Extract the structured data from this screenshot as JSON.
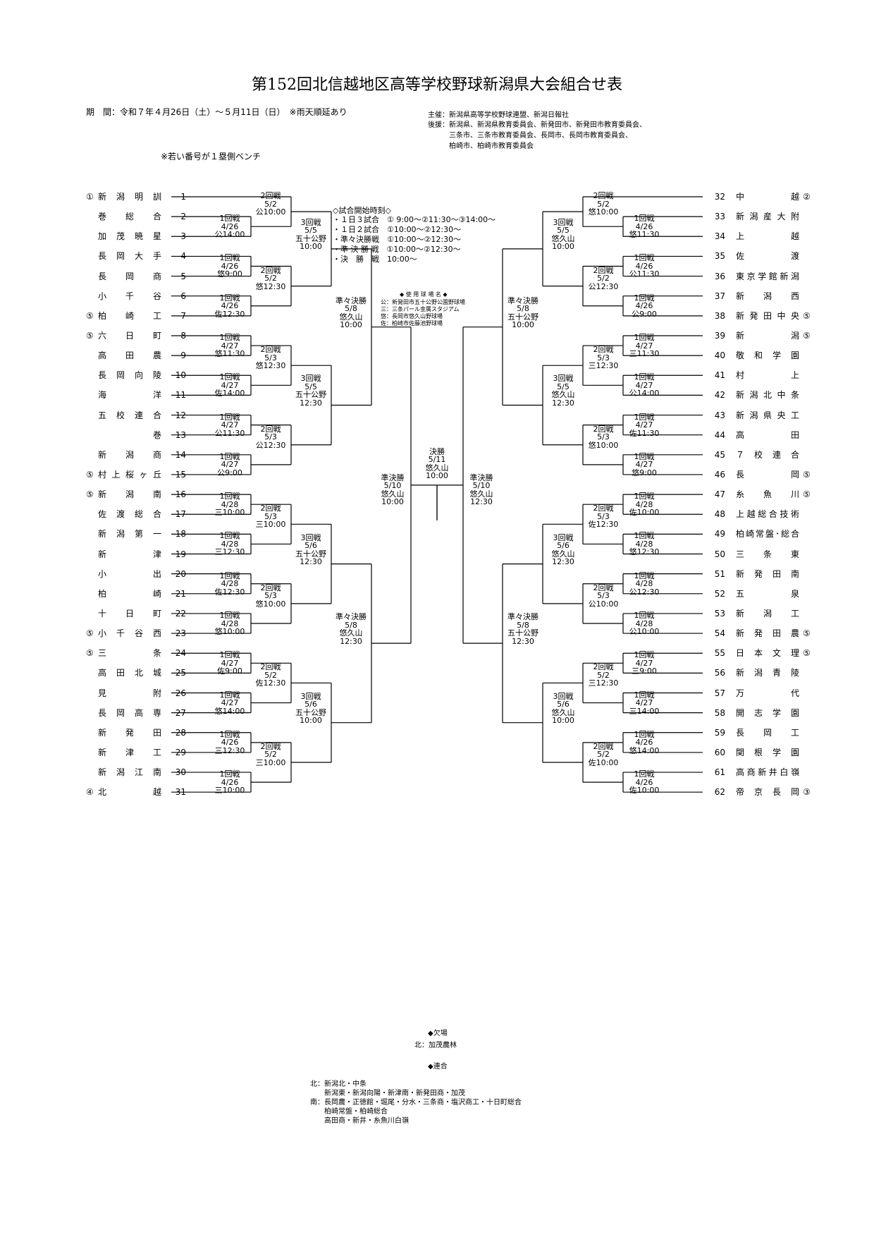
{
  "title": "第152回北信越地区高等学校野球新潟県大会組合せ表",
  "period": "期　間：令和７年４月26日（土）～５月11日（日）　※雨天順延あり",
  "organizers": [
    "主催：新潟県高等学校野球連盟、新潟日報社",
    "後援：新潟県、新潟県教育委員会、新発田市、新発田市教育委員会、",
    "　　　三条市、三条市教育委員会、長岡市、長岡市教育委員会、",
    "　　　柏崎市、柏崎市教育委員会"
  ],
  "bench_note": "※若い番号が１塁側ベンチ",
  "start_times": {
    "header": "◇試合開始時刻◇",
    "lines": [
      "・１日３試合　① 9:00～②11:30～③14:00～",
      "・１日２試合　①10:00～②12:30～",
      "・準々決勝戦　①10:00～②12:30～",
      "・準 決 勝 戦　①10:00～②12:30～",
      "・決　勝　戦　10:00～"
    ]
  },
  "venues": {
    "header": "◆ 使 用 球 場 名 ◆",
    "lines": [
      "公：新発田市五十公野公園野球場",
      "三：三条パール金属スタジアム",
      "悠：長岡市悠久山野球場",
      "佐：柏崎市佐藤池野球場"
    ]
  },
  "absent": {
    "header": "◆欠場",
    "line": "北：加茂農林"
  },
  "combined": {
    "header": "◆連合",
    "lines": [
      "北：新潟北・中条",
      "　　新潟東・新潟向陽・新津南・新発田商・加茂",
      "南：長岡農・正徳館・堀尾・分水・三条商・塩沢商工・十日町総合",
      "　　柏崎常盤・柏崎総合",
      "　　高田商・新井・糸魚川白嶺"
    ]
  },
  "left_teams": [
    {
      "mark": "①",
      "name": "新潟明訓",
      "num": "1"
    },
    {
      "mark": "",
      "name": "巻総合",
      "num": "2"
    },
    {
      "mark": "",
      "name": "加茂暁星",
      "num": "3"
    },
    {
      "mark": "",
      "name": "長岡大手",
      "num": "4"
    },
    {
      "mark": "",
      "name": "長岡商",
      "num": "5"
    },
    {
      "mark": "",
      "name": "小千谷",
      "num": "6"
    },
    {
      "mark": "⑤",
      "name": "柏崎工",
      "num": "7"
    },
    {
      "mark": "⑤",
      "name": "六日町",
      "num": "8"
    },
    {
      "mark": "",
      "name": "高田農",
      "num": "9"
    },
    {
      "mark": "",
      "name": "長岡向陵",
      "num": "10"
    },
    {
      "mark": "",
      "name": "海洋",
      "num": "11"
    },
    {
      "mark": "",
      "name": "五校連合",
      "num": "12"
    },
    {
      "mark": "",
      "name": "巻",
      "num": "13"
    },
    {
      "mark": "",
      "name": "新潟商",
      "num": "14"
    },
    {
      "mark": "⑤",
      "name": "村上桜ヶ丘",
      "num": "15"
    },
    {
      "mark": "⑤",
      "name": "新潟南",
      "num": "16"
    },
    {
      "mark": "",
      "name": "佐渡総合",
      "num": "17"
    },
    {
      "mark": "",
      "name": "新潟第一",
      "num": "18"
    },
    {
      "mark": "",
      "name": "新津",
      "num": "19"
    },
    {
      "mark": "",
      "name": "小出",
      "num": "20"
    },
    {
      "mark": "",
      "name": "柏崎",
      "num": "21"
    },
    {
      "mark": "",
      "name": "十日町",
      "num": "22"
    },
    {
      "mark": "⑤",
      "name": "小千谷西",
      "num": "23"
    },
    {
      "mark": "⑤",
      "name": "三条",
      "num": "24"
    },
    {
      "mark": "",
      "name": "高田北城",
      "num": "25"
    },
    {
      "mark": "",
      "name": "見附",
      "num": "26"
    },
    {
      "mark": "",
      "name": "長岡高専",
      "num": "27"
    },
    {
      "mark": "",
      "name": "新発田",
      "num": "28"
    },
    {
      "mark": "",
      "name": "新津工",
      "num": "29"
    },
    {
      "mark": "",
      "name": "新潟江南",
      "num": "30"
    },
    {
      "mark": "④",
      "name": "北越",
      "num": "31"
    }
  ],
  "right_teams": [
    {
      "num": "32",
      "name": "中越",
      "mark": "②"
    },
    {
      "num": "33",
      "name": "新潟産大附",
      "mark": ""
    },
    {
      "num": "34",
      "name": "上越",
      "mark": ""
    },
    {
      "num": "35",
      "name": "佐渡",
      "mark": ""
    },
    {
      "num": "36",
      "name": "東京学館新潟",
      "mark": ""
    },
    {
      "num": "37",
      "name": "新潟西",
      "mark": ""
    },
    {
      "num": "38",
      "name": "新発田中央",
      "mark": "⑤"
    },
    {
      "num": "39",
      "name": "新潟",
      "mark": "⑤"
    },
    {
      "num": "40",
      "name": "敬和学園",
      "mark": ""
    },
    {
      "num": "41",
      "name": "村上",
      "mark": ""
    },
    {
      "num": "42",
      "name": "新潟北中条",
      "mark": ""
    },
    {
      "num": "43",
      "name": "新潟県央工",
      "mark": ""
    },
    {
      "num": "44",
      "name": "高田",
      "mark": ""
    },
    {
      "num": "45",
      "name": "７校連合",
      "mark": ""
    },
    {
      "num": "46",
      "name": "長岡",
      "mark": "⑤"
    },
    {
      "num": "47",
      "name": "糸魚川",
      "mark": "⑤"
    },
    {
      "num": "48",
      "name": "上越総合技術",
      "mark": ""
    },
    {
      "num": "49",
      "name": "柏崎常盤･総合",
      "mark": ""
    },
    {
      "num": "50",
      "name": "三条東",
      "mark": ""
    },
    {
      "num": "51",
      "name": "新発田南",
      "mark": ""
    },
    {
      "num": "52",
      "name": "五泉",
      "mark": ""
    },
    {
      "num": "53",
      "name": "新潟工",
      "mark": ""
    },
    {
      "num": "54",
      "name": "新発田農",
      "mark": "⑤"
    },
    {
      "num": "55",
      "name": "日本文理",
      "mark": "⑤"
    },
    {
      "num": "56",
      "name": "新潟青陵",
      "mark": ""
    },
    {
      "num": "57",
      "name": "万代",
      "mark": ""
    },
    {
      "num": "58",
      "name": "開志学園",
      "mark": ""
    },
    {
      "num": "59",
      "name": "長岡工",
      "mark": ""
    },
    {
      "num": "60",
      "name": "関根学園",
      "mark": ""
    },
    {
      "num": "61",
      "name": "高商新井白嶺",
      "mark": ""
    },
    {
      "num": "62",
      "name": "帝京長岡",
      "mark": "③"
    }
  ],
  "game_labels": {
    "L_r1_1": [
      "1回戦",
      "4/26",
      "公14:00"
    ],
    "L_r1_2": [
      "1回戦",
      "4/26",
      "悠9:00"
    ],
    "L_r1_3": [
      "1回戦",
      "4/26",
      "佐12:30"
    ],
    "L_r1_4": [
      "1回戦",
      "4/27",
      "悠11:30"
    ],
    "L_r1_5": [
      "1回戦",
      "4/27",
      "佐14:00"
    ],
    "L_r1_6": [
      "1回戦",
      "4/27",
      "公11:30"
    ],
    "L_r1_7": [
      "1回戦",
      "4/27",
      "公9:00"
    ],
    "L_r1_8": [
      "1回戦",
      "4/28",
      "三10:00"
    ],
    "L_r1_9": [
      "1回戦",
      "4/28",
      "三12:30"
    ],
    "L_r1_10": [
      "1回戦",
      "4/28",
      "佐12:30"
    ],
    "L_r1_11": [
      "1回戦",
      "4/28",
      "悠10:00"
    ],
    "L_r1_12": [
      "1回戦",
      "4/27",
      "佐9:00"
    ],
    "L_r1_13": [
      "1回戦",
      "4/27",
      "悠14:00"
    ],
    "L_r1_14": [
      "1回戦",
      "4/26",
      "三12:30"
    ],
    "L_r1_15": [
      "1回戦",
      "4/26",
      "三10:00"
    ],
    "L_r2_1": [
      "2回戦",
      "5/2",
      "公10:00"
    ],
    "L_r2_2": [
      "2回戦",
      "5/2",
      "悠12:30"
    ],
    "L_r2_3": [
      "2回戦",
      "5/3",
      "悠12:30"
    ],
    "L_r2_4": [
      "2回戦",
      "5/3",
      "公12:30"
    ],
    "L_r2_5": [
      "2回戦",
      "5/3",
      "三10:00"
    ],
    "L_r2_6": [
      "2回戦",
      "5/3",
      "悠10:00"
    ],
    "L_r2_7": [
      "2回戦",
      "5/2",
      "佐12:30"
    ],
    "L_r2_8": [
      "2回戦",
      "5/2",
      "三10:00"
    ],
    "L_r3_1": [
      "3回戦",
      "5/5",
      "五十公野",
      "10:00"
    ],
    "L_r3_2": [
      "3回戦",
      "5/5",
      "五十公野",
      "12:30"
    ],
    "L_r3_3": [
      "3回戦",
      "5/6",
      "五十公野",
      "12:30"
    ],
    "L_r3_4": [
      "3回戦",
      "5/6",
      "五十公野",
      "10:00"
    ],
    "L_qf_1": [
      "準々決勝",
      "5/8",
      "悠久山",
      "10:00"
    ],
    "L_qf_2": [
      "準々決勝",
      "5/8",
      "悠久山",
      "12:30"
    ],
    "L_sf": [
      "準決勝",
      "5/10",
      "悠久山",
      "10:00"
    ],
    "final": [
      "決勝",
      "5/11",
      "悠久山",
      "10:00"
    ],
    "R_sf": [
      "準決勝",
      "5/10",
      "悠久山",
      "12:30"
    ],
    "R_qf_1": [
      "準々決勝",
      "5/8",
      "五十公野",
      "10:00"
    ],
    "R_qf_2": [
      "準々決勝",
      "5/8",
      "五十公野",
      "12:30"
    ],
    "R_r3_1": [
      "3回戦",
      "5/5",
      "悠久山",
      "10:00"
    ],
    "R_r3_2": [
      "3回戦",
      "5/5",
      "悠久山",
      "12:30"
    ],
    "R_r3_3": [
      "3回戦",
      "5/6",
      "悠久山",
      "12:30"
    ],
    "R_r3_4": [
      "3回戦",
      "5/6",
      "悠久山",
      "10:00"
    ],
    "R_r2_1": [
      "2回戦",
      "5/2",
      "悠10:00"
    ],
    "R_r2_2": [
      "2回戦",
      "5/2",
      "公12:30"
    ],
    "R_r2_3": [
      "2回戦",
      "5/3",
      "三12:30"
    ],
    "R_r2_4": [
      "2回戦",
      "5/3",
      "悠10:00"
    ],
    "R_r2_5": [
      "2回戦",
      "5/3",
      "佐12:30"
    ],
    "R_r2_6": [
      "2回戦",
      "5/3",
      "公10:00"
    ],
    "R_r2_7": [
      "2回戦",
      "5/2",
      "三12:30"
    ],
    "R_r2_8": [
      "2回戦",
      "5/2",
      "佐10:00"
    ],
    "R_r1_1": [
      "1回戦",
      "4/26",
      "悠11:30"
    ],
    "R_r1_2": [
      "1回戦",
      "4/26",
      "公11:30"
    ],
    "R_r1_3": [
      "1回戦",
      "4/26",
      "公9:00"
    ],
    "R_r1_4": [
      "1回戦",
      "4/27",
      "三11:30"
    ],
    "R_r1_5": [
      "1回戦",
      "4/27",
      "公14:00"
    ],
    "R_r1_6": [
      "1回戦",
      "4/27",
      "佐11:30"
    ],
    "R_r1_7": [
      "1回戦",
      "4/27",
      "悠9:00"
    ],
    "R_r1_8": [
      "1回戦",
      "4/28",
      "佐10:00"
    ],
    "R_r1_9": [
      "1回戦",
      "4/28",
      "悠12:30"
    ],
    "R_r1_10": [
      "1回戦",
      "4/28",
      "公12:30"
    ],
    "R_r1_11": [
      "1回戦",
      "4/28",
      "公10:00"
    ],
    "R_r1_12": [
      "1回戦",
      "4/27",
      "三9:00"
    ],
    "R_r1_13": [
      "1回戦",
      "4/27",
      "三14:00"
    ],
    "R_r1_14": [
      "1回戦",
      "4/26",
      "悠14:00"
    ],
    "R_r1_15": [
      "1回戦",
      "4/26",
      "佐10:00"
    ]
  }
}
